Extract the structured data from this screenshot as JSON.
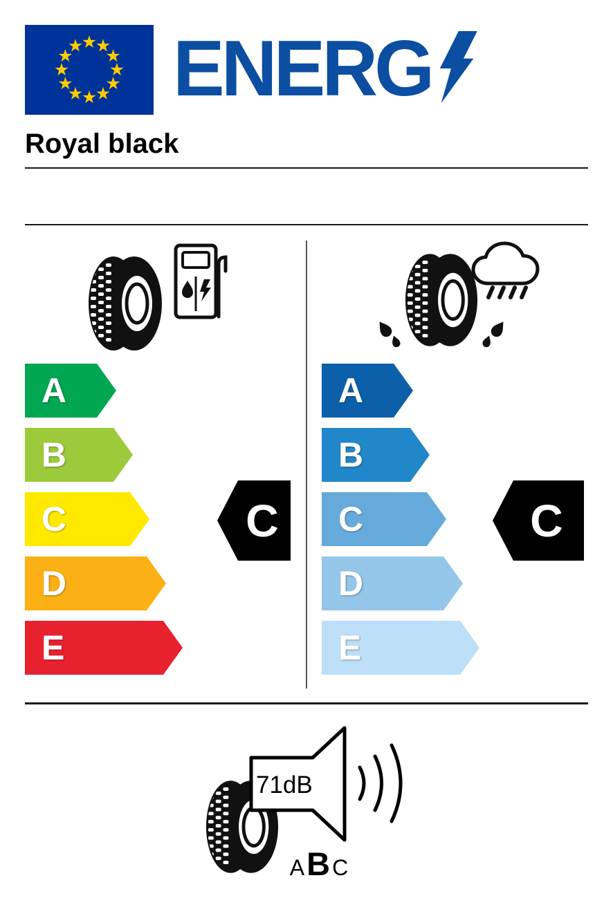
{
  "colors": {
    "eu_blue": "#003399",
    "star_yellow": "#ffcc00",
    "logo_blue": "#0b4ea2"
  },
  "header": {
    "logo_text": "ENERG",
    "flag_icon": "eu-flag",
    "bolt_icon": "lightning-bolt"
  },
  "product": {
    "name": "Royal black"
  },
  "fuel_efficiency": {
    "tire_icon": "tire-icon",
    "icon": "fuel-pump-icon",
    "rating": "C",
    "classes": [
      {
        "label": "A",
        "color": "#00a651"
      },
      {
        "label": "B",
        "color": "#9dca3b"
      },
      {
        "label": "C",
        "color": "#ffe900"
      },
      {
        "label": "D",
        "color": "#fbb015"
      },
      {
        "label": "E",
        "color": "#e8212e"
      }
    ]
  },
  "wet_grip": {
    "tire_icon": "tire-icon",
    "icon": "rain-cloud-icon",
    "rating": "C",
    "classes": [
      {
        "label": "A",
        "color": "#0c5fa9"
      },
      {
        "label": "B",
        "color": "#2287c8"
      },
      {
        "label": "C",
        "color": "#65aadb"
      },
      {
        "label": "D",
        "color": "#94c6ea"
      },
      {
        "label": "E",
        "color": "#bcdff7"
      }
    ]
  },
  "noise": {
    "icon": "speaker-icon",
    "value": "71dB",
    "classes": [
      "A",
      "B",
      "C"
    ],
    "selected_class": "B"
  }
}
